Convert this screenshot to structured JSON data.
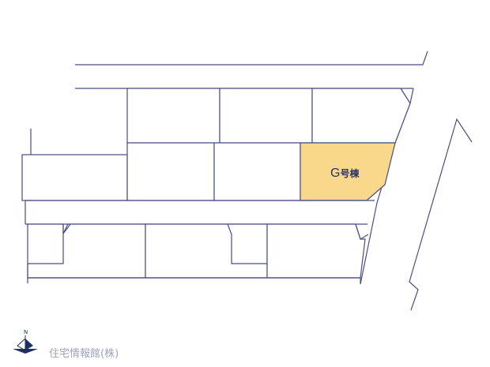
{
  "map": {
    "highlighted_lot": {
      "prefix": "G",
      "suffix": "号棟",
      "fill_color": "#f8d98b"
    },
    "line_color": "#4a4d82",
    "compass": {
      "letter": "N",
      "icon": "north-arrow-icon",
      "color": "#1f2d6b"
    },
    "watermark": {
      "text": "住宅情報館(株)"
    }
  }
}
